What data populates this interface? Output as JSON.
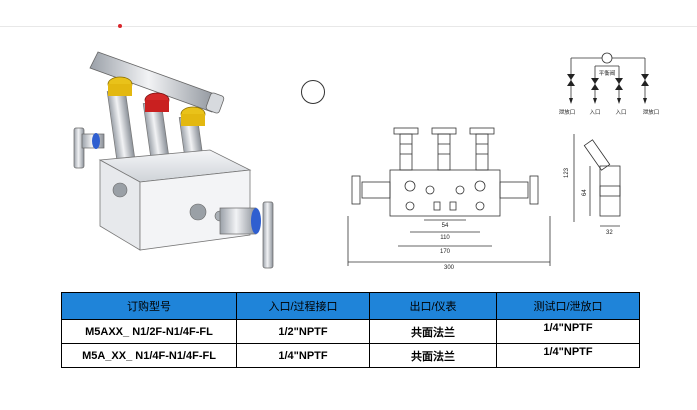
{
  "colors": {
    "header_bg": "#1f84d9",
    "accent_red": "#d9262c",
    "valve_yellow": "#e9c21a",
    "valve_red": "#d42a2a",
    "fitting_blue": "#2f5fd0",
    "drawing_line": "#333333"
  },
  "schematic": {
    "top_label": "平衡阀",
    "bottom_labels": [
      "泄放口",
      "入口",
      "入口",
      "泄放口"
    ]
  },
  "dimensions": {
    "d54": "54",
    "d110": "110",
    "d170": "170",
    "d300": "300",
    "d123": "123",
    "d64": "64",
    "d32": "32"
  },
  "table": {
    "headers": [
      "订购型号",
      "入口/过程接口",
      "出口/仪表",
      "测试口/泄放口"
    ],
    "rows": [
      [
        "M5AXX_ N1/2F-N1/4F-FL",
        "1/2\"NPTF",
        "共面法兰",
        "1/4\"NPTF"
      ],
      [
        "M5A_XX_ N1/4F-N1/4F-FL",
        "1/4\"NPTF",
        "共面法兰",
        "1/4\"NPTF"
      ]
    ]
  }
}
